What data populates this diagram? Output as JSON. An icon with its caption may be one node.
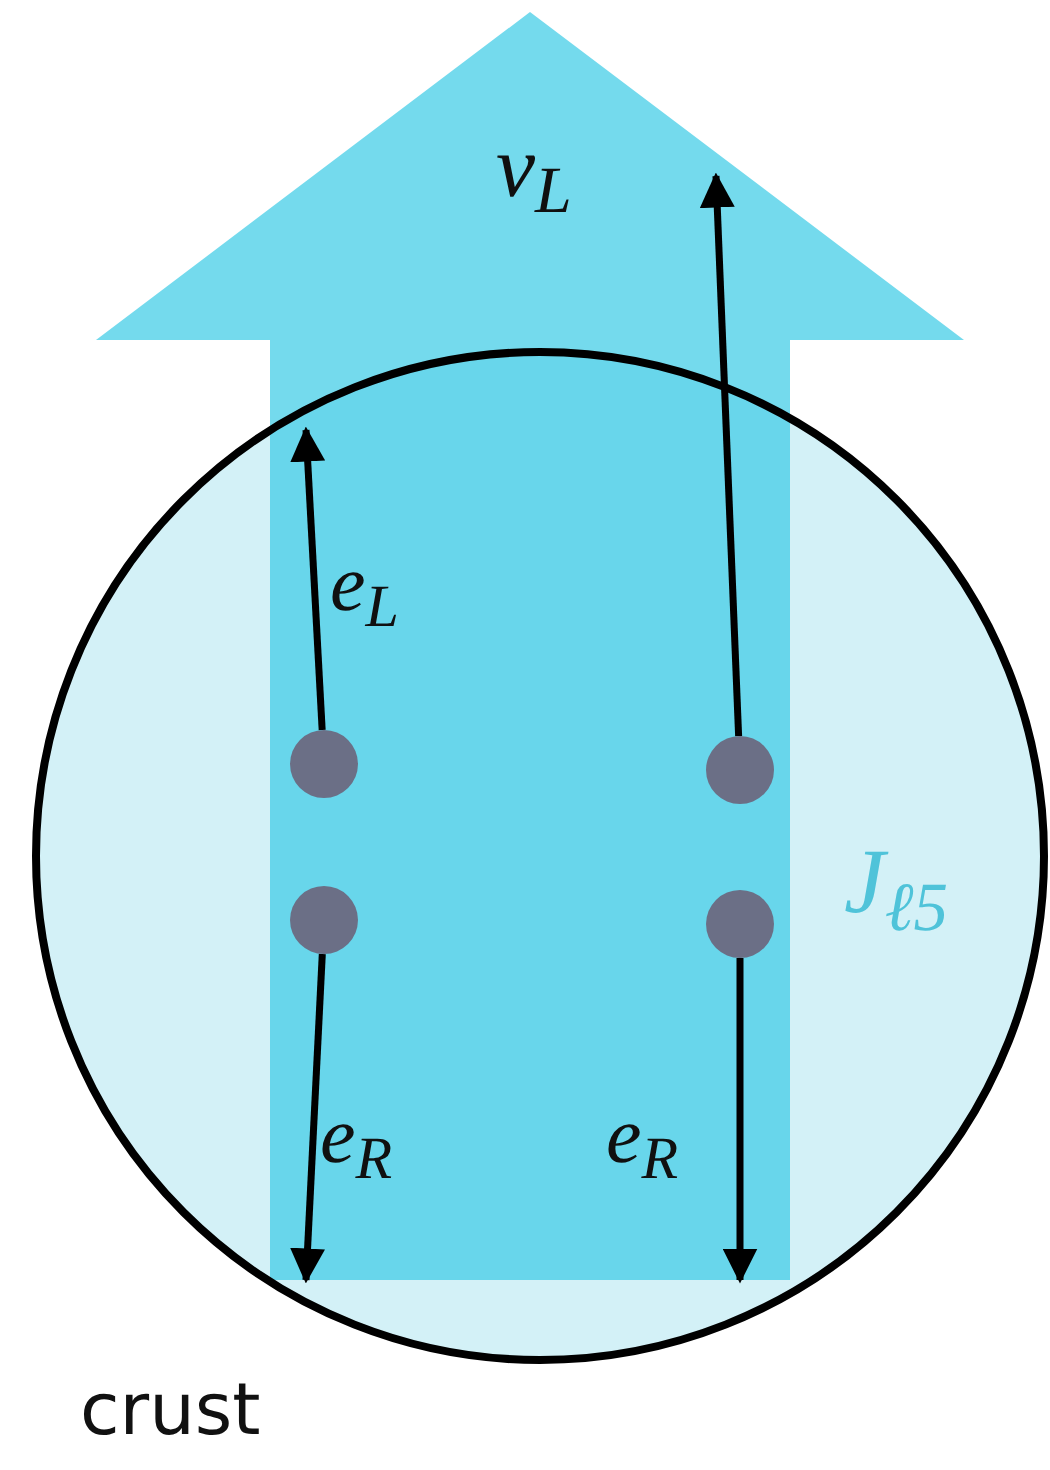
{
  "diagram": {
    "nodes": [
      {
        "text": [],
        "shape": "circle"
      },
      {
        "text": [],
        "shape": "circle"
      },
      {
        "text": [],
        "shape": "circle"
      },
      {
        "text": [],
        "shape": "circle"
      }
    ],
    "edges": [
      {
        "from": 2,
        "to": null,
        "arrow": "to",
        "label": "ν$_{L}$"
      },
      {
        "from": 0,
        "to": null,
        "arrow": "to",
        "label": "e$_{L}$"
      },
      {
        "from": 1,
        "to": null,
        "arrow": "to",
        "label": "e$_{R}$"
      },
      {
        "from": 3,
        "to": null,
        "arrow": "to",
        "label": "e$_{R}$"
      }
    ],
    "labels": [
      "J$_{ℓ5}$",
      "crust"
    ]
  }
}
